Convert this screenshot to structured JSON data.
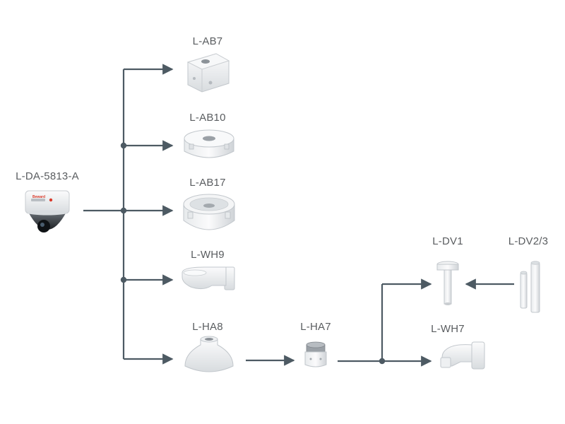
{
  "diagram": {
    "camera": {
      "label": "L-DA-5813-A",
      "brand": "Beward"
    },
    "accessories": {
      "ab7": {
        "label": "L-AB7"
      },
      "ab10": {
        "label": "L-AB10"
      },
      "ab17": {
        "label": "L-AB17"
      },
      "wh9": {
        "label": "L-WH9"
      },
      "ha8": {
        "label": "L-HA8"
      },
      "ha7": {
        "label": "L-HA7"
      },
      "dv1": {
        "label": "L-DV1"
      },
      "dv23": {
        "label": "L-DV2/3"
      },
      "wh7": {
        "label": "L-WH7"
      }
    },
    "colors": {
      "connector": "#4d5a63",
      "label_text": "#5a5d60",
      "product_white": "#f2f3f4",
      "product_shade": "#cfd3d7"
    }
  }
}
